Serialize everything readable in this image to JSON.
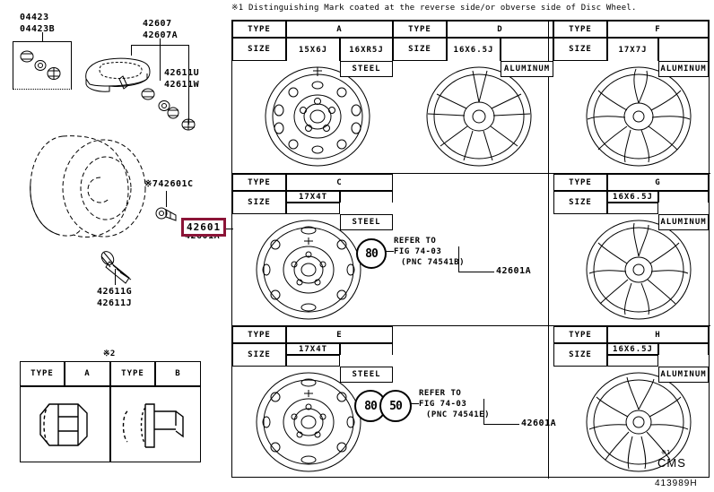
{
  "diagram": {
    "footer_code": "413989H",
    "note": "※1 Distinguishing Mark coated at the reverse side/or obverse side of Disc Wheel.",
    "cms_label": "CMS",
    "cms_mark": "※1"
  },
  "left_panel": {
    "valve_kit_box": {
      "part_top": "04423",
      "part_bottom": "04423B"
    },
    "sensor": {
      "part_top": "42607",
      "part_bottom": "42607A"
    },
    "valve": {
      "part_top": "42611U",
      "part_bottom": "42611W"
    },
    "spare_tire_label": "※742601C",
    "highlighted": {
      "label": "42601",
      "sub_label": "42601A"
    },
    "wheel_nut": {
      "part_top": "42611G",
      "part_bottom": "42611J"
    },
    "type_table": {
      "marker": "※2",
      "columns": [
        {
          "header": "TYPE",
          "value": "A"
        },
        {
          "header": "TYPE",
          "value": "B"
        }
      ]
    }
  },
  "main_table": {
    "rows": [
      {
        "groups": [
          {
            "type_header": "TYPE",
            "type_value": "A",
            "size_header": "SIZE",
            "sizes": [
              "15X6J",
              "16XR5J"
            ],
            "material": "STEEL"
          },
          {
            "type_header": "TYPE",
            "type_value": "D",
            "size_header": "SIZE",
            "sizes": [
              "16X6.5J",
              ""
            ],
            "material": "ALUMINUM"
          },
          {
            "type_header": "TYPE",
            "type_value": "F",
            "size_header": "SIZE",
            "sizes": [
              "17X7J",
              ""
            ],
            "material": "ALUMINUM"
          }
        ]
      },
      {
        "groups": [
          {
            "type_header": "TYPE",
            "type_value": "C",
            "size_header": "SIZE",
            "sizes": [
              "17X4T",
              ""
            ],
            "material": "STEEL",
            "refer": {
              "circles": [
                "80"
              ],
              "line1": "REFER TO",
              "line2": "FIG 74-03",
              "line3": "(PNC 74541B)",
              "callout": "42601A"
            }
          },
          {
            "type_header": "TYPE",
            "type_value": "G",
            "size_header": "SIZE",
            "sizes": [
              "16X6.5J",
              ""
            ],
            "material": "ALUMINUM"
          }
        ]
      },
      {
        "groups": [
          {
            "type_header": "TYPE",
            "type_value": "E",
            "size_header": "SIZE",
            "sizes": [
              "17X4T",
              ""
            ],
            "material": "STEEL",
            "refer": {
              "circles": [
                "80",
                "50"
              ],
              "line1": "REFER TO",
              "line2": "FIG 74-03",
              "line3": "(PNC 74541E)",
              "callout": "42601A"
            }
          },
          {
            "type_header": "TYPE",
            "type_value": "H",
            "size_header": "SIZE",
            "sizes": [
              "16X6.5J",
              ""
            ],
            "material": "ALUMINUM"
          }
        ]
      }
    ]
  }
}
